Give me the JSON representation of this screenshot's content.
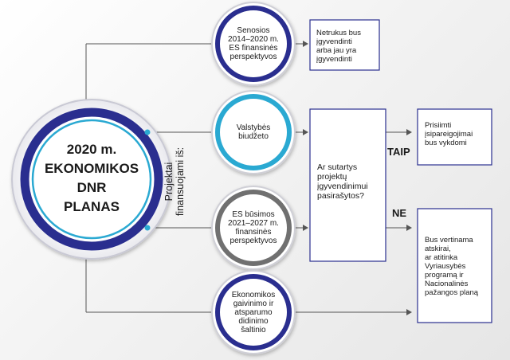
{
  "main": {
    "title": "2020 m.\nEKONOMIKOS\nDNR\nPLANAS",
    "side_label": "Projektai\nfinansuojami iš:"
  },
  "sources": [
    {
      "label": "Senosios\n2014–2020 m.\nES finansinės\nperspektyvos",
      "color": "#2a2f8f"
    },
    {
      "label": "Valstybės\nbiudžeto",
      "color": "#2aa9d2"
    },
    {
      "label": "ES būsimos\n2021–2027 m.\nfinansinės\nperspektyvos",
      "color": "#707070"
    },
    {
      "label": "Ekonomikos\ngaivinimo ir\natsparumo\ndidinimo\nšaltinio",
      "color": "#2a2f8f"
    }
  ],
  "boxes": {
    "implemented": "Netrukus bus\nįgyvendinti\narba jau yra\nįgyvendinti",
    "question": "Ar sutartys\nprojektų\nįgyvendinimui\npasirašytos?",
    "yes_outcome": "Prisiimti\nįsipareigojimai\nbus vykdomi",
    "no_outcome": "Bus vertinama\natskirai,\nar atitinka\nVyriausybės\nprogramą ir\nNacionalinės\npažangos planą"
  },
  "decisions": {
    "yes": "TAIP",
    "no": "NE"
  },
  "colors": {
    "main_ring": "#2a2f8f",
    "accent_blue": "#2aa9d2",
    "box_border": "#2a2f8f",
    "line": "#555555"
  }
}
